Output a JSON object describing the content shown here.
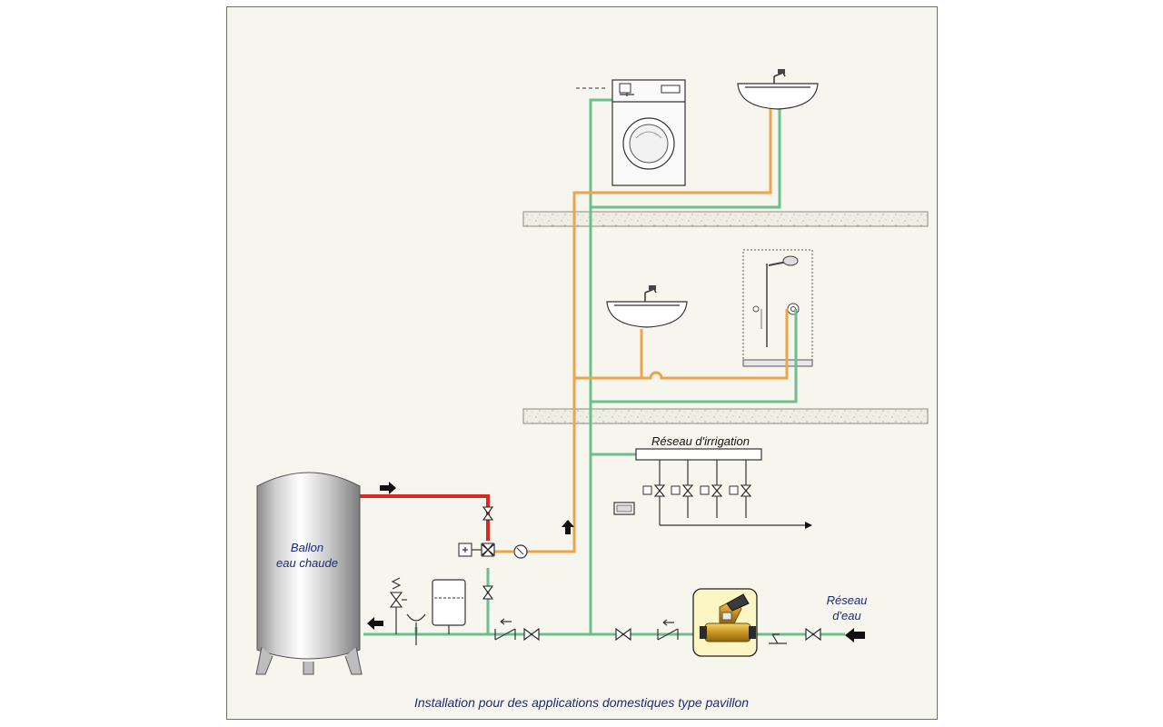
{
  "labels": {
    "tank_line1": "Ballon",
    "tank_line2": "eau chaude",
    "network_line1": "Réseau",
    "network_line2": "d'eau",
    "irrigation": "Réseau d'irrigation",
    "caption": "Installation pour des applications domestiques type pavillon"
  },
  "colors": {
    "cold_water_pipe": "#6cbf8c",
    "hot_water_pipe": "#f0a347",
    "tank_hot_outlet": "#d42a26",
    "label_text": "#1b2a7a",
    "highlight_box": "#fcf6c4"
  },
  "components": [
    "hot-water-tank",
    "washing-machine",
    "upper-washbasin",
    "lower-washbasin",
    "shower",
    "irrigation-manifold",
    "pressure-reducer",
    "expansion-vessel",
    "safety-valve",
    "thermostatic-mixing-valve",
    "gate-valve",
    "check-valve",
    "filter",
    "floor-slab"
  ]
}
